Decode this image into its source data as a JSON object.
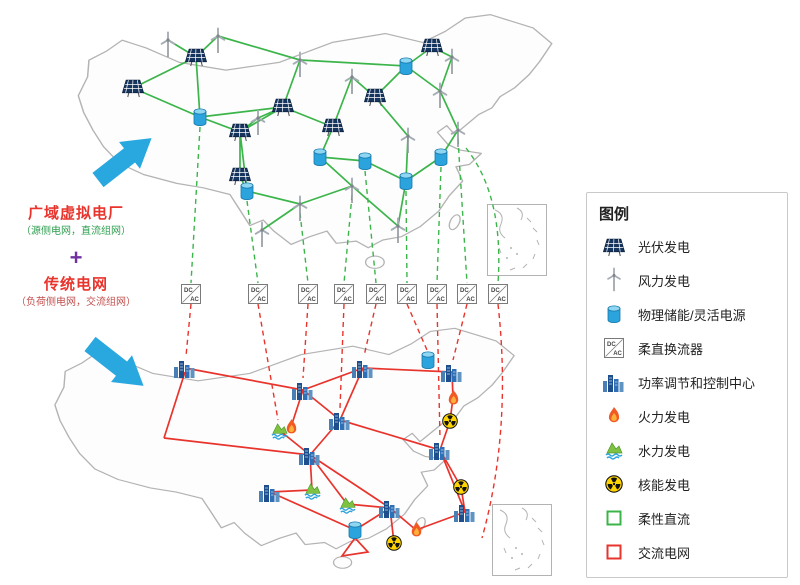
{
  "left_panel": {
    "vpp_title": "广域虚拟电厂",
    "vpp_subtitle": "（源侧电网，直流组网）",
    "plus": "+",
    "grid_title": "传统电网",
    "grid_subtitle": "（负荷侧电网，交流组网）"
  },
  "converters": {
    "dc_label": "DC",
    "ac_label": "AC"
  },
  "legend": {
    "title": "图例",
    "items": [
      {
        "id": "solar",
        "label": "光伏发电"
      },
      {
        "id": "wind",
        "label": "风力发电"
      },
      {
        "id": "storage",
        "label": "物理储能/灵活电源"
      },
      {
        "id": "converter",
        "label": "柔直换流器"
      },
      {
        "id": "control-center",
        "label": "功率调节和控制中心"
      },
      {
        "id": "thermal",
        "label": "火力发电"
      },
      {
        "id": "hydro",
        "label": "水力发电"
      },
      {
        "id": "nuclear",
        "label": "核能发电"
      },
      {
        "id": "dc-line",
        "label": "柔性直流"
      },
      {
        "id": "ac-line",
        "label": "交流电网"
      }
    ]
  },
  "colors": {
    "dc_line": "#3bb54a",
    "ac_line": "#e8342c",
    "map_outline": "#b3b3b3",
    "arrow_blue": "#29a8e0",
    "title_red": "#e8342c",
    "plus_purple": "#7030a0",
    "subtitle_green": "#2e9e4f",
    "storage_blue": "#2ba3dc",
    "solar_dark": "#16355e",
    "nuclear_yellow": "#ffd400"
  }
}
